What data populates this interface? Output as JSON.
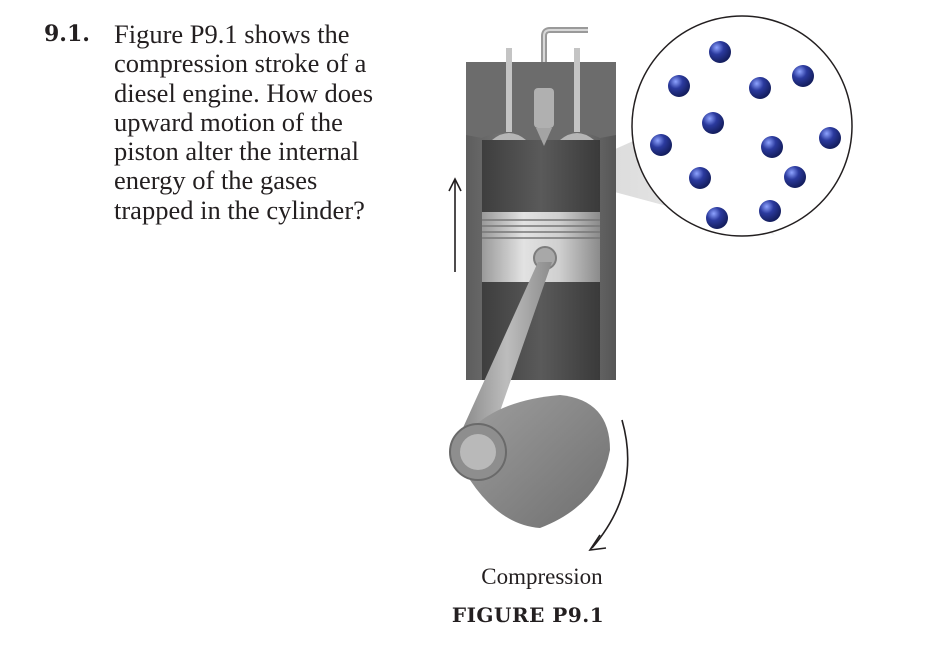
{
  "problem": {
    "number": "9.1.",
    "lines": [
      "Figure P9.1 shows the",
      "compression stroke of a",
      "diesel engine. How does",
      "upward motion of the",
      "piston alter the internal",
      "energy of the gases",
      "trapped in the cylinder?"
    ]
  },
  "figure": {
    "caption": "Compression",
    "label": "FIGURE P9.1",
    "molecule_count": 12,
    "molecule_color": "#2b3a9e"
  }
}
